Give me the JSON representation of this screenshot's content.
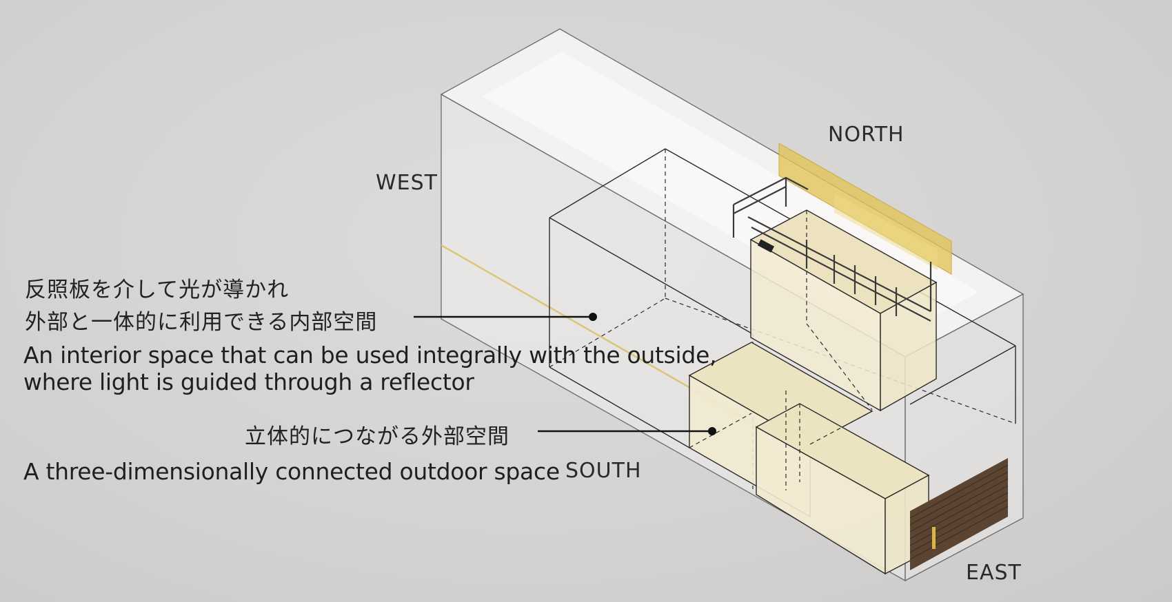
{
  "compass": {
    "north": "NORTH",
    "west": "WEST",
    "south": "SOUTH",
    "east": "EAST"
  },
  "annotations": {
    "interior": {
      "jp_line1": "反照板を介して光が導かれ",
      "jp_line2": "外部と一体的に利用できる内部空間",
      "en_line1": "An interior space that can be used integrally with the outside,",
      "en_line2": "where light is guided through a reflector"
    },
    "outdoor": {
      "jp": "立体的につながる外部空間",
      "en": "A three-dimensionally connected outdoor space"
    }
  },
  "colors": {
    "background": "#d4d3d2",
    "outer_volume": "#f1efed",
    "inner_volume_fill": "#f2ead0",
    "reflector": "#e2c45a",
    "leader_line": "#111111",
    "garage_door": "#5b4432"
  }
}
